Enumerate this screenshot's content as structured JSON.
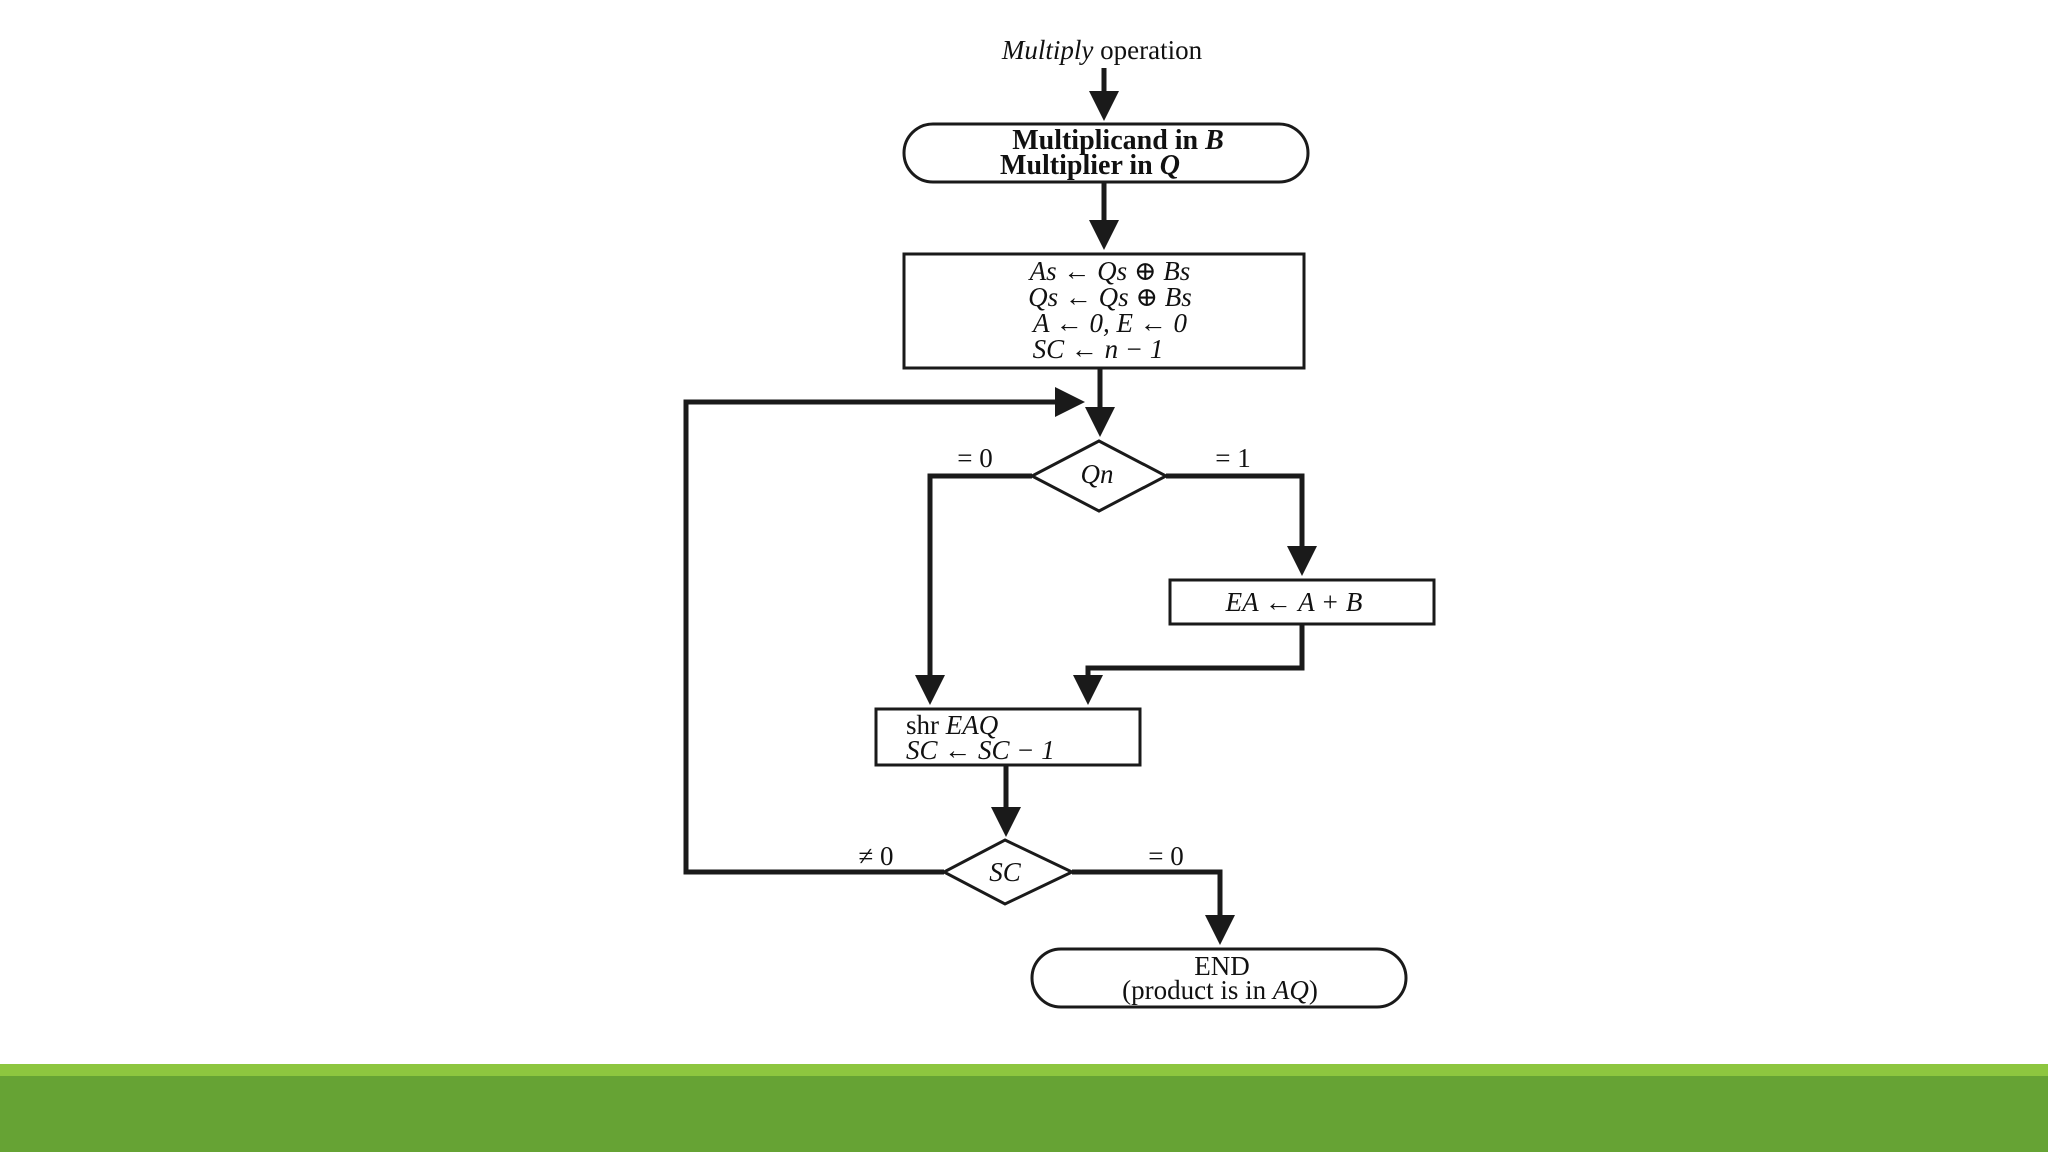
{
  "colors": {
    "bar_light": "#8dc63f",
    "bar_dark": "#66a334",
    "ink": "#1a1a1a"
  },
  "flowchart": {
    "title": {
      "italic": "Multiply",
      "rest": " operation"
    },
    "start": {
      "line1": {
        "text": "Multiplicand in ",
        "var": "B"
      },
      "line2": {
        "text": "Multiplier in ",
        "var": "Q"
      }
    },
    "init": {
      "line1": "As ← Qs ⊕ Bs",
      "line2": "Qs ← Qs ⊕ Bs",
      "line3": "A ← 0, E ← 0",
      "line4": "SC ← n − 1"
    },
    "decision_q": {
      "label": "Qn",
      "left_label": "= 0",
      "right_label": "= 1"
    },
    "add": {
      "label": "EA ← A + B"
    },
    "shift": {
      "line1": {
        "text": "shr ",
        "var": "EAQ"
      },
      "line2": "SC ← SC − 1"
    },
    "decision_sc": {
      "label": "SC",
      "left_label": "≠ 0",
      "right_label": "= 0"
    },
    "end": {
      "line1": "END",
      "line2": {
        "text": "(product is in ",
        "var": "AQ",
        "close": ")"
      }
    }
  }
}
